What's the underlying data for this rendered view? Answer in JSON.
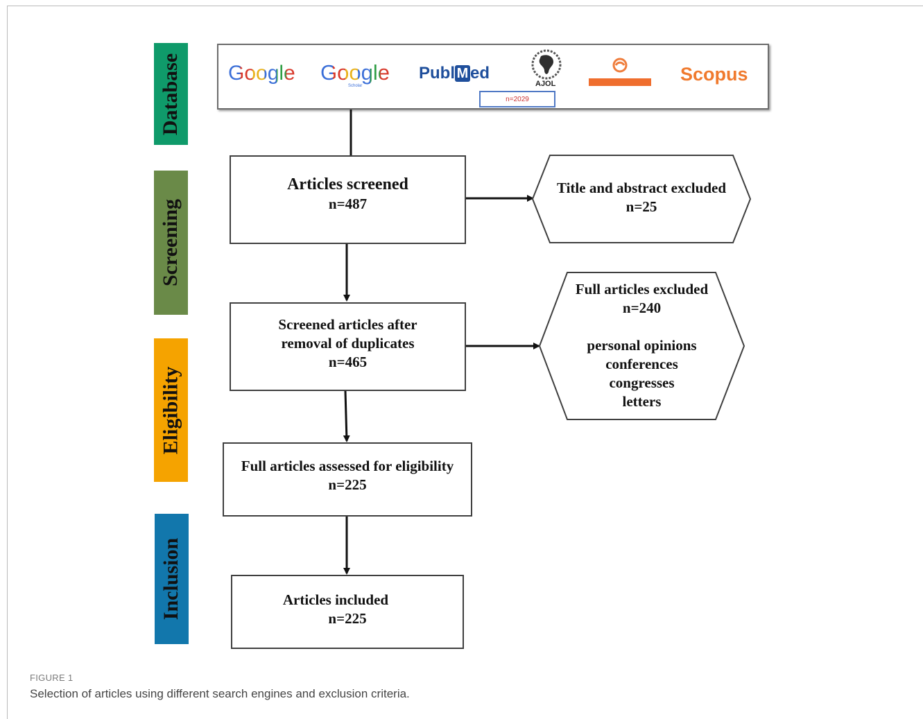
{
  "stages": {
    "database": "Database",
    "screening": "Screening",
    "eligibility": "Eligibility",
    "inclusion": "Inclusion"
  },
  "stage_colors": {
    "database": "#0f9a6a",
    "screening": "#6a8a48",
    "eligibility": "#f5a300",
    "inclusion": "#1277ac"
  },
  "databases": {
    "google": "Google",
    "google_scholar": "Google",
    "google_scholar_sub": "Scholar",
    "pubmed_left": "Publ",
    "pubmed_right": "ed",
    "ajol": "AJOL",
    "scopus": "Scopus",
    "total": "n=2029",
    "icons": [
      "google-logo",
      "google-scholar-logo",
      "pubmed-logo",
      "ajol-logo",
      "sciencedirect-logo",
      "scopus-logo"
    ]
  },
  "boxes": {
    "screened": {
      "title": "Articles screened",
      "n": "n=487"
    },
    "dedup": {
      "line1": "Screened articles after",
      "line2": "removal of duplicates",
      "n": "n=465"
    },
    "assessed": {
      "title": "Full articles assessed for eligibility",
      "n": "n=225"
    },
    "included": {
      "title": "Articles included",
      "n": "n=225"
    }
  },
  "exclusions": {
    "title_abstract": {
      "title": "Title and abstract excluded",
      "n": "n=25"
    },
    "full": {
      "title": "Full articles excluded",
      "n": "n=240",
      "reasons": [
        "personal opinions",
        "conferences",
        "congresses",
        "letters"
      ]
    }
  },
  "caption": {
    "label": "FIGURE 1",
    "text": "Selection of articles using different search engines and exclusion criteria."
  }
}
